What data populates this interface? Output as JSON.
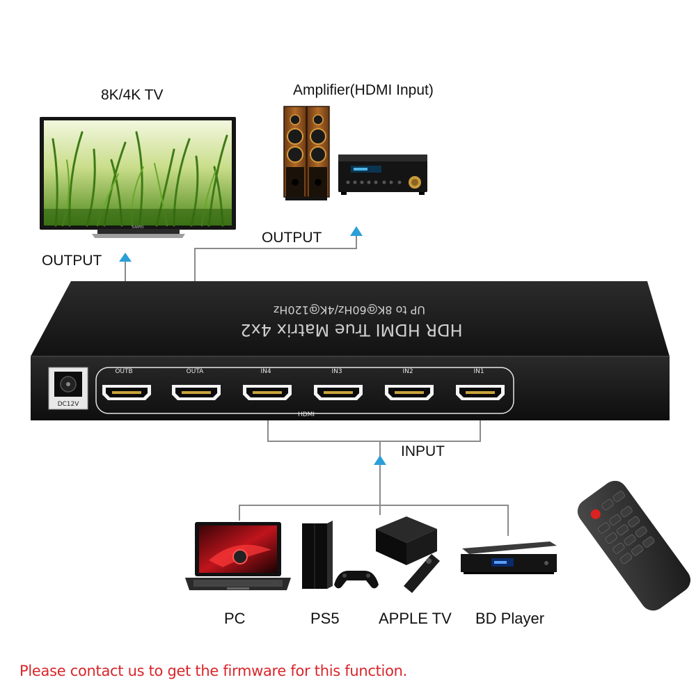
{
  "labels": {
    "tv": "8K/4K TV",
    "amplifier": "Amplifier(HDMI Input)",
    "output_left": "OUTPUT",
    "output_right": "OUTPUT",
    "input": "INPUT",
    "pc": "PC",
    "ps5": "PS5",
    "apple_tv": "APPLE TV",
    "bd_player": "BD Player"
  },
  "device": {
    "title": "HDR HDMI True Matrix 4x2",
    "subtitle": "UP to 8K@60Hz/4K@120Hz",
    "power_label": "DC12V",
    "hdmi_label": "HDMI",
    "ports": [
      "OUTB",
      "OUTA",
      "IN4",
      "IN3",
      "IN2",
      "IN1"
    ]
  },
  "tv_brand": "SANYO",
  "footer_note": "Please contact us to get the firmware for this function.",
  "colors": {
    "arrow": "#2a9fd8",
    "footer": "#d9252a",
    "device_body": "#1b1b1b"
  }
}
